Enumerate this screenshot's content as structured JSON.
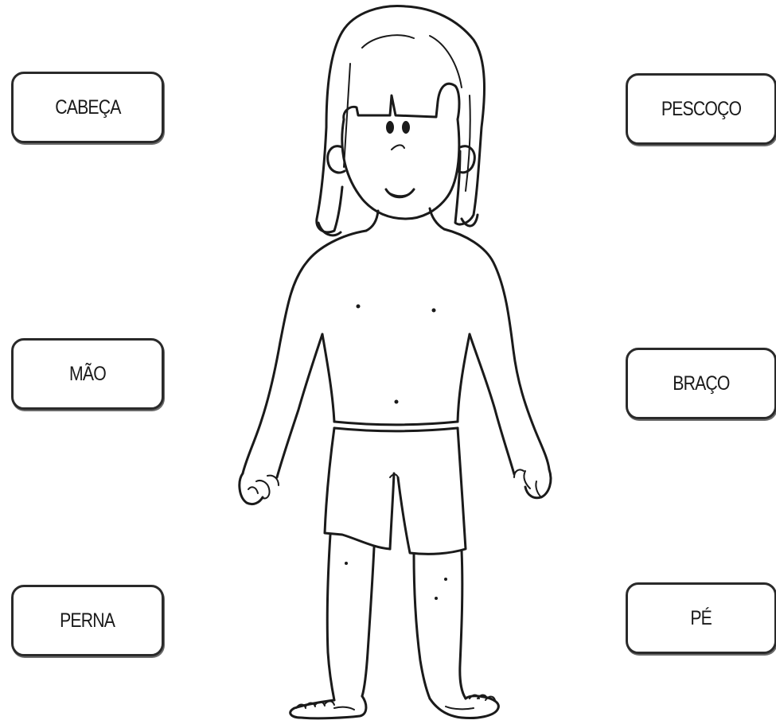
{
  "labels": {
    "left": [
      {
        "text": "CABEÇA"
      },
      {
        "text": "MÃO"
      },
      {
        "text": "PERNA"
      }
    ],
    "right": [
      {
        "text": "PESCOÇO"
      },
      {
        "text": "BRAÇO"
      },
      {
        "text": "PÉ"
      }
    ]
  },
  "figure": {
    "icon": "child-body-outline-icon"
  },
  "colors": {
    "stroke": "#1a1a1a",
    "background": "#ffffff"
  }
}
